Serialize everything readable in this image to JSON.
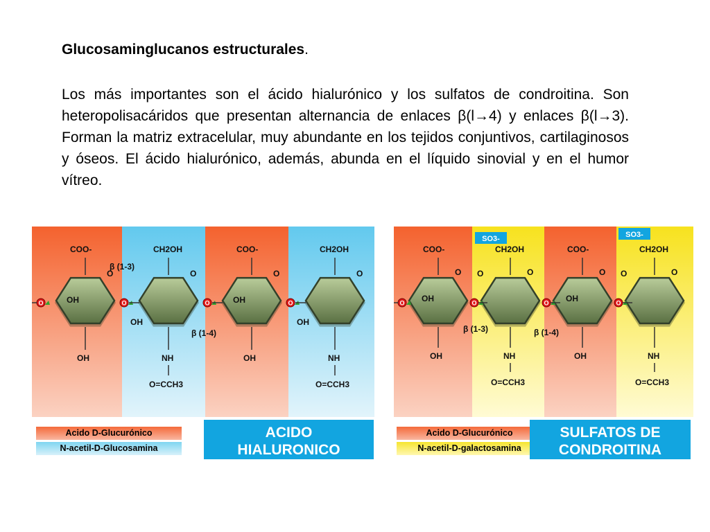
{
  "title": {
    "bold": "Glucosaminglucanos estructurales",
    "suffix": "."
  },
  "paragraph": {
    "p1": "Los más importantes son el ácido hialurónico y los sulfatos de condroitina. Son heteropolisacáridos que presentan alternancia de enlaces β(l",
    "p2": "4) y enlaces β(l",
    "p3": "3). Forman la matriz extracelular, muy abundante en los tejidos conjuntivos, cartilaginosos y óseos. El ácido hialurónico, además, abunda en el líquido sinovial y en el humor vítreo.",
    "arrow": "→"
  },
  "colors": {
    "orange_top": "#f4622e",
    "orange_bottom": "#fbd2c2",
    "blue_top": "#62c9ee",
    "blue_bottom": "#e2f4fb",
    "yellow_top": "#f7e21e",
    "yellow_bottom": "#fffbd4",
    "ring_top": "#b9cc9a",
    "ring_bottom": "#5a7043",
    "oxygen_red": "#e21a1a",
    "accent_blue": "#12a5e0"
  },
  "hialuronico": {
    "labels": {
      "coo": "COO-",
      "ch2oh": "CH2OH",
      "oh": "OH",
      "nh": "NH",
      "occh3": "O=CCH3",
      "o": "O",
      "b13": "β (1-3)",
      "b14": "β (1-4)"
    },
    "legend": [
      "Acido D-Glucurónico",
      "N-acetil-D-Glucosamina"
    ],
    "name": [
      "ACIDO",
      "HIALURONICO"
    ]
  },
  "condroitina": {
    "labels": {
      "coo": "COO-",
      "ch2oh": "CH2OH",
      "oh": "OH",
      "nh": "NH",
      "occh3": "O=CCH3",
      "o": "O",
      "so3": "SO3-",
      "b13": "β (1-3)",
      "b14": "β (1-4)"
    },
    "legend": [
      "Acido D-Glucurónico",
      "N-acetil-D-galactosamina"
    ],
    "name": [
      "SULFATOS DE",
      "CONDROITINA"
    ]
  }
}
